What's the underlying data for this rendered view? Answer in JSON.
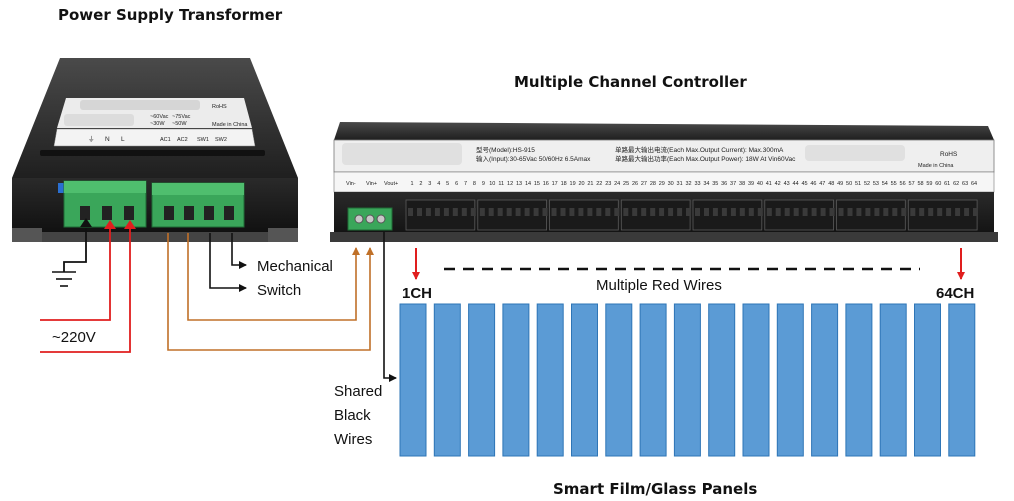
{
  "titles": {
    "transformer": "Power Supply Transformer",
    "controller": "Multiple Channel Controller",
    "panels": "Smart Film/Glass Panels"
  },
  "labels": {
    "mechanical": "Mechanical",
    "switch": "Switch",
    "voltage": "~220V",
    "shared_line1": "Shared",
    "shared_line2": "Black",
    "shared_line3": "Wires",
    "multiple_red": "Multiple Red Wires",
    "first_channel": "1CH",
    "last_channel": "64CH"
  },
  "transformer_device": {
    "terminal_labels": [
      "⏚",
      "N",
      "L",
      "AC1",
      "AC2",
      "SW1",
      "SW2"
    ],
    "spec_lines": [
      "~60Vac",
      "~75Vac",
      "~30W",
      "~50W"
    ],
    "marks": [
      "RoHS",
      "Made in China"
    ]
  },
  "controller_device": {
    "model_line": "型号(Model):HS-915",
    "input_line": "输入(Input):30-65Vac 50/60Hz 6.5Amax",
    "current_line": "单路最大输出电流(Each Max.Output Current): Max.300mA",
    "power_line": "单路最大输出功率(Each Max.Output Power): 18W At Vin60Vac",
    "marks": [
      "RoHS",
      "Made in China"
    ],
    "left_terminals": [
      "Vin-",
      "Vin+",
      "Vout+"
    ],
    "channel_count": 64
  },
  "panels": {
    "count": 17
  },
  "colors": {
    "panel_fill": "#5b9bd5",
    "panel_stroke": "#2e75b6",
    "red_wire": "#e01e1e",
    "orange_wire": "#c07028",
    "black_wire": "#111111",
    "terminal_green": "#3aa65a",
    "device_body": "#2c2c2c"
  }
}
